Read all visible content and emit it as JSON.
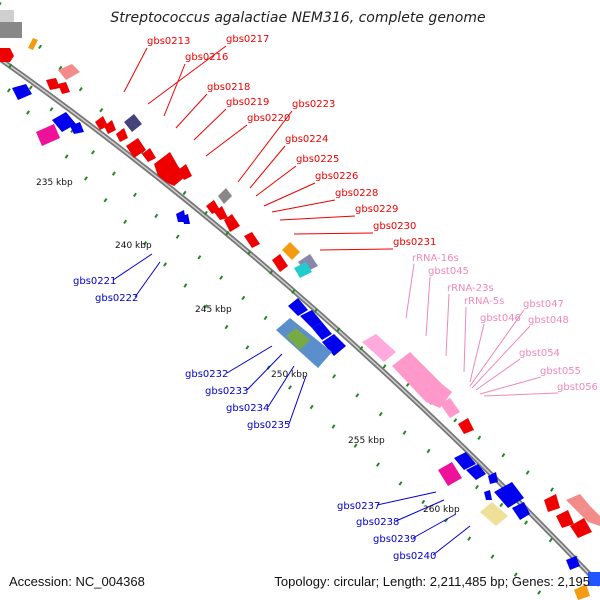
{
  "title": "Streptococcus agalactiae NEM316, complete genome",
  "footer": {
    "accession": "Accession: NC_004368",
    "topology": "Topology: circular; Length: 2,211,485 bp; Genes: 2,195"
  },
  "colors": {
    "forward_label": "#ee0000",
    "reverse_label": "#0000cc",
    "rna_label": "#ee88bb",
    "backbone": "#888888",
    "tick": "#228822"
  },
  "kbp_labels": [
    "235 kbp",
    "240 kbp",
    "245 kbp",
    "250 kbp",
    "255 kbp",
    "260 kbp"
  ],
  "forward_genes": [
    "gbs0213",
    "gbs0217",
    "gbs0216",
    "gbs0218",
    "gbs0219",
    "gbs0220",
    "gbs0223",
    "gbs0224",
    "gbs0225",
    "gbs0226",
    "gbs0228",
    "gbs0229",
    "gbs0230",
    "gbs0231"
  ],
  "reverse_genes_left": [
    "gbs0221",
    "gbs0222"
  ],
  "reverse_genes_mid": [
    "gbs0232",
    "gbs0233",
    "gbs0234",
    "gbs0235"
  ],
  "reverse_genes_bottom": [
    "gbs0237",
    "gbs0238",
    "gbs0239",
    "gbs0240"
  ],
  "rna_genes": [
    "rRNA-16s",
    "gbst045",
    "rRNA-23s",
    "rRNA-5s",
    "gbst046",
    "gbst047",
    "gbst048",
    "gbst054",
    "gbst055",
    "gbst056"
  ]
}
